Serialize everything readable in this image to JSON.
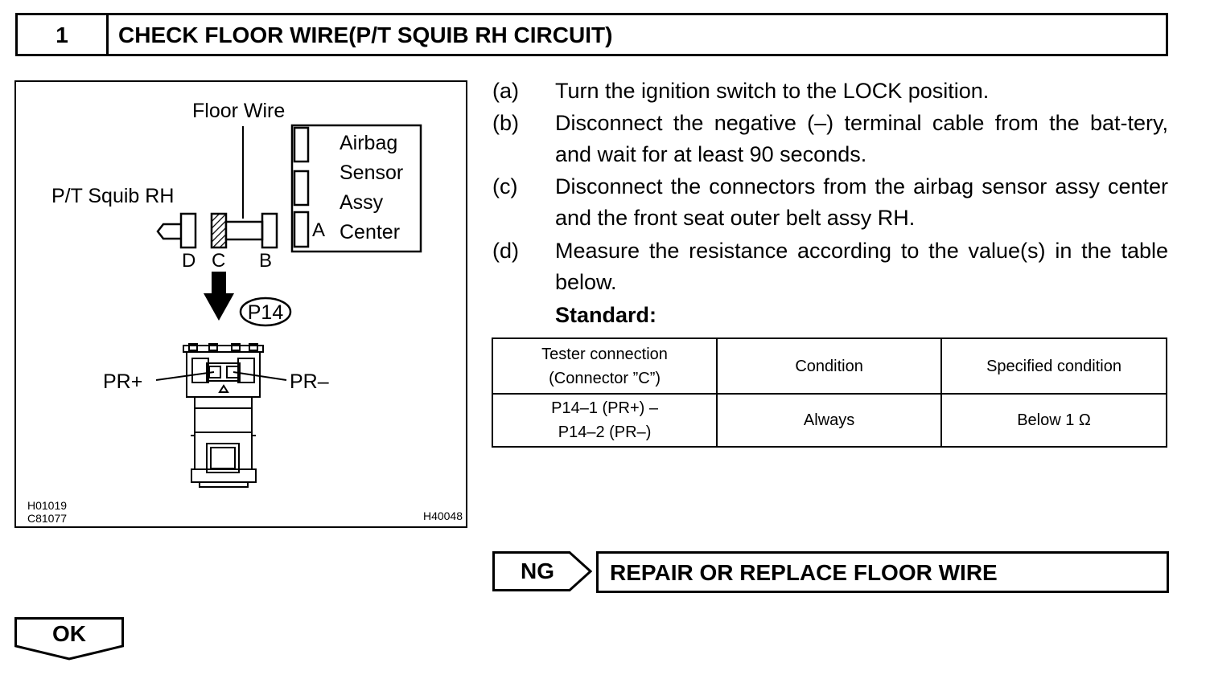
{
  "header": {
    "step_number": "1",
    "title": "CHECK FLOOR WIRE(P/T SQUIB RH CIRCUIT)"
  },
  "figure": {
    "floor_wire_label": "Floor Wire",
    "sensor_label_lines": [
      "Airbag",
      "Sensor",
      "Assy",
      "Center"
    ],
    "pt_squib_label": "P/T Squib RH",
    "connector_a": "A",
    "connector_b": "B",
    "connector_c": "C",
    "connector_d": "D",
    "connector_id": "P14",
    "pin_plus": "PR+",
    "pin_minus": "PR–",
    "code_1": "H01019",
    "code_2": "C81077",
    "code_3": "H40048"
  },
  "steps": [
    {
      "label": "(a)",
      "text": "Turn the ignition switch to the LOCK position."
    },
    {
      "label": "(b)",
      "text": "Disconnect the negative (–) terminal cable from the bat-tery, and wait for at least 90 seconds."
    },
    {
      "label": "(c)",
      "text": "Disconnect the connectors from the airbag sensor assy center and the front seat outer belt assy RH."
    },
    {
      "label": "(d)",
      "text": "Measure the resistance according to the value(s) in the table below."
    }
  ],
  "standard_label": "Standard:",
  "table": {
    "headers": [
      "Tester connection (Connector ”C”)",
      "Condition",
      "Specified condition"
    ],
    "header_lines": [
      [
        "Tester connection",
        "(Connector ”C”)"
      ],
      [
        "Condition"
      ],
      [
        "Specified condition"
      ]
    ],
    "rows": [
      {
        "connection_lines": [
          "P14–1 (PR+) –",
          "P14–2 (PR–)"
        ],
        "condition": "Always",
        "specified": "Below 1 Ω"
      }
    ]
  },
  "ng": {
    "label": "NG",
    "result": "REPAIR OR REPLACE FLOOR WIRE"
  },
  "ok": {
    "label": "OK"
  }
}
